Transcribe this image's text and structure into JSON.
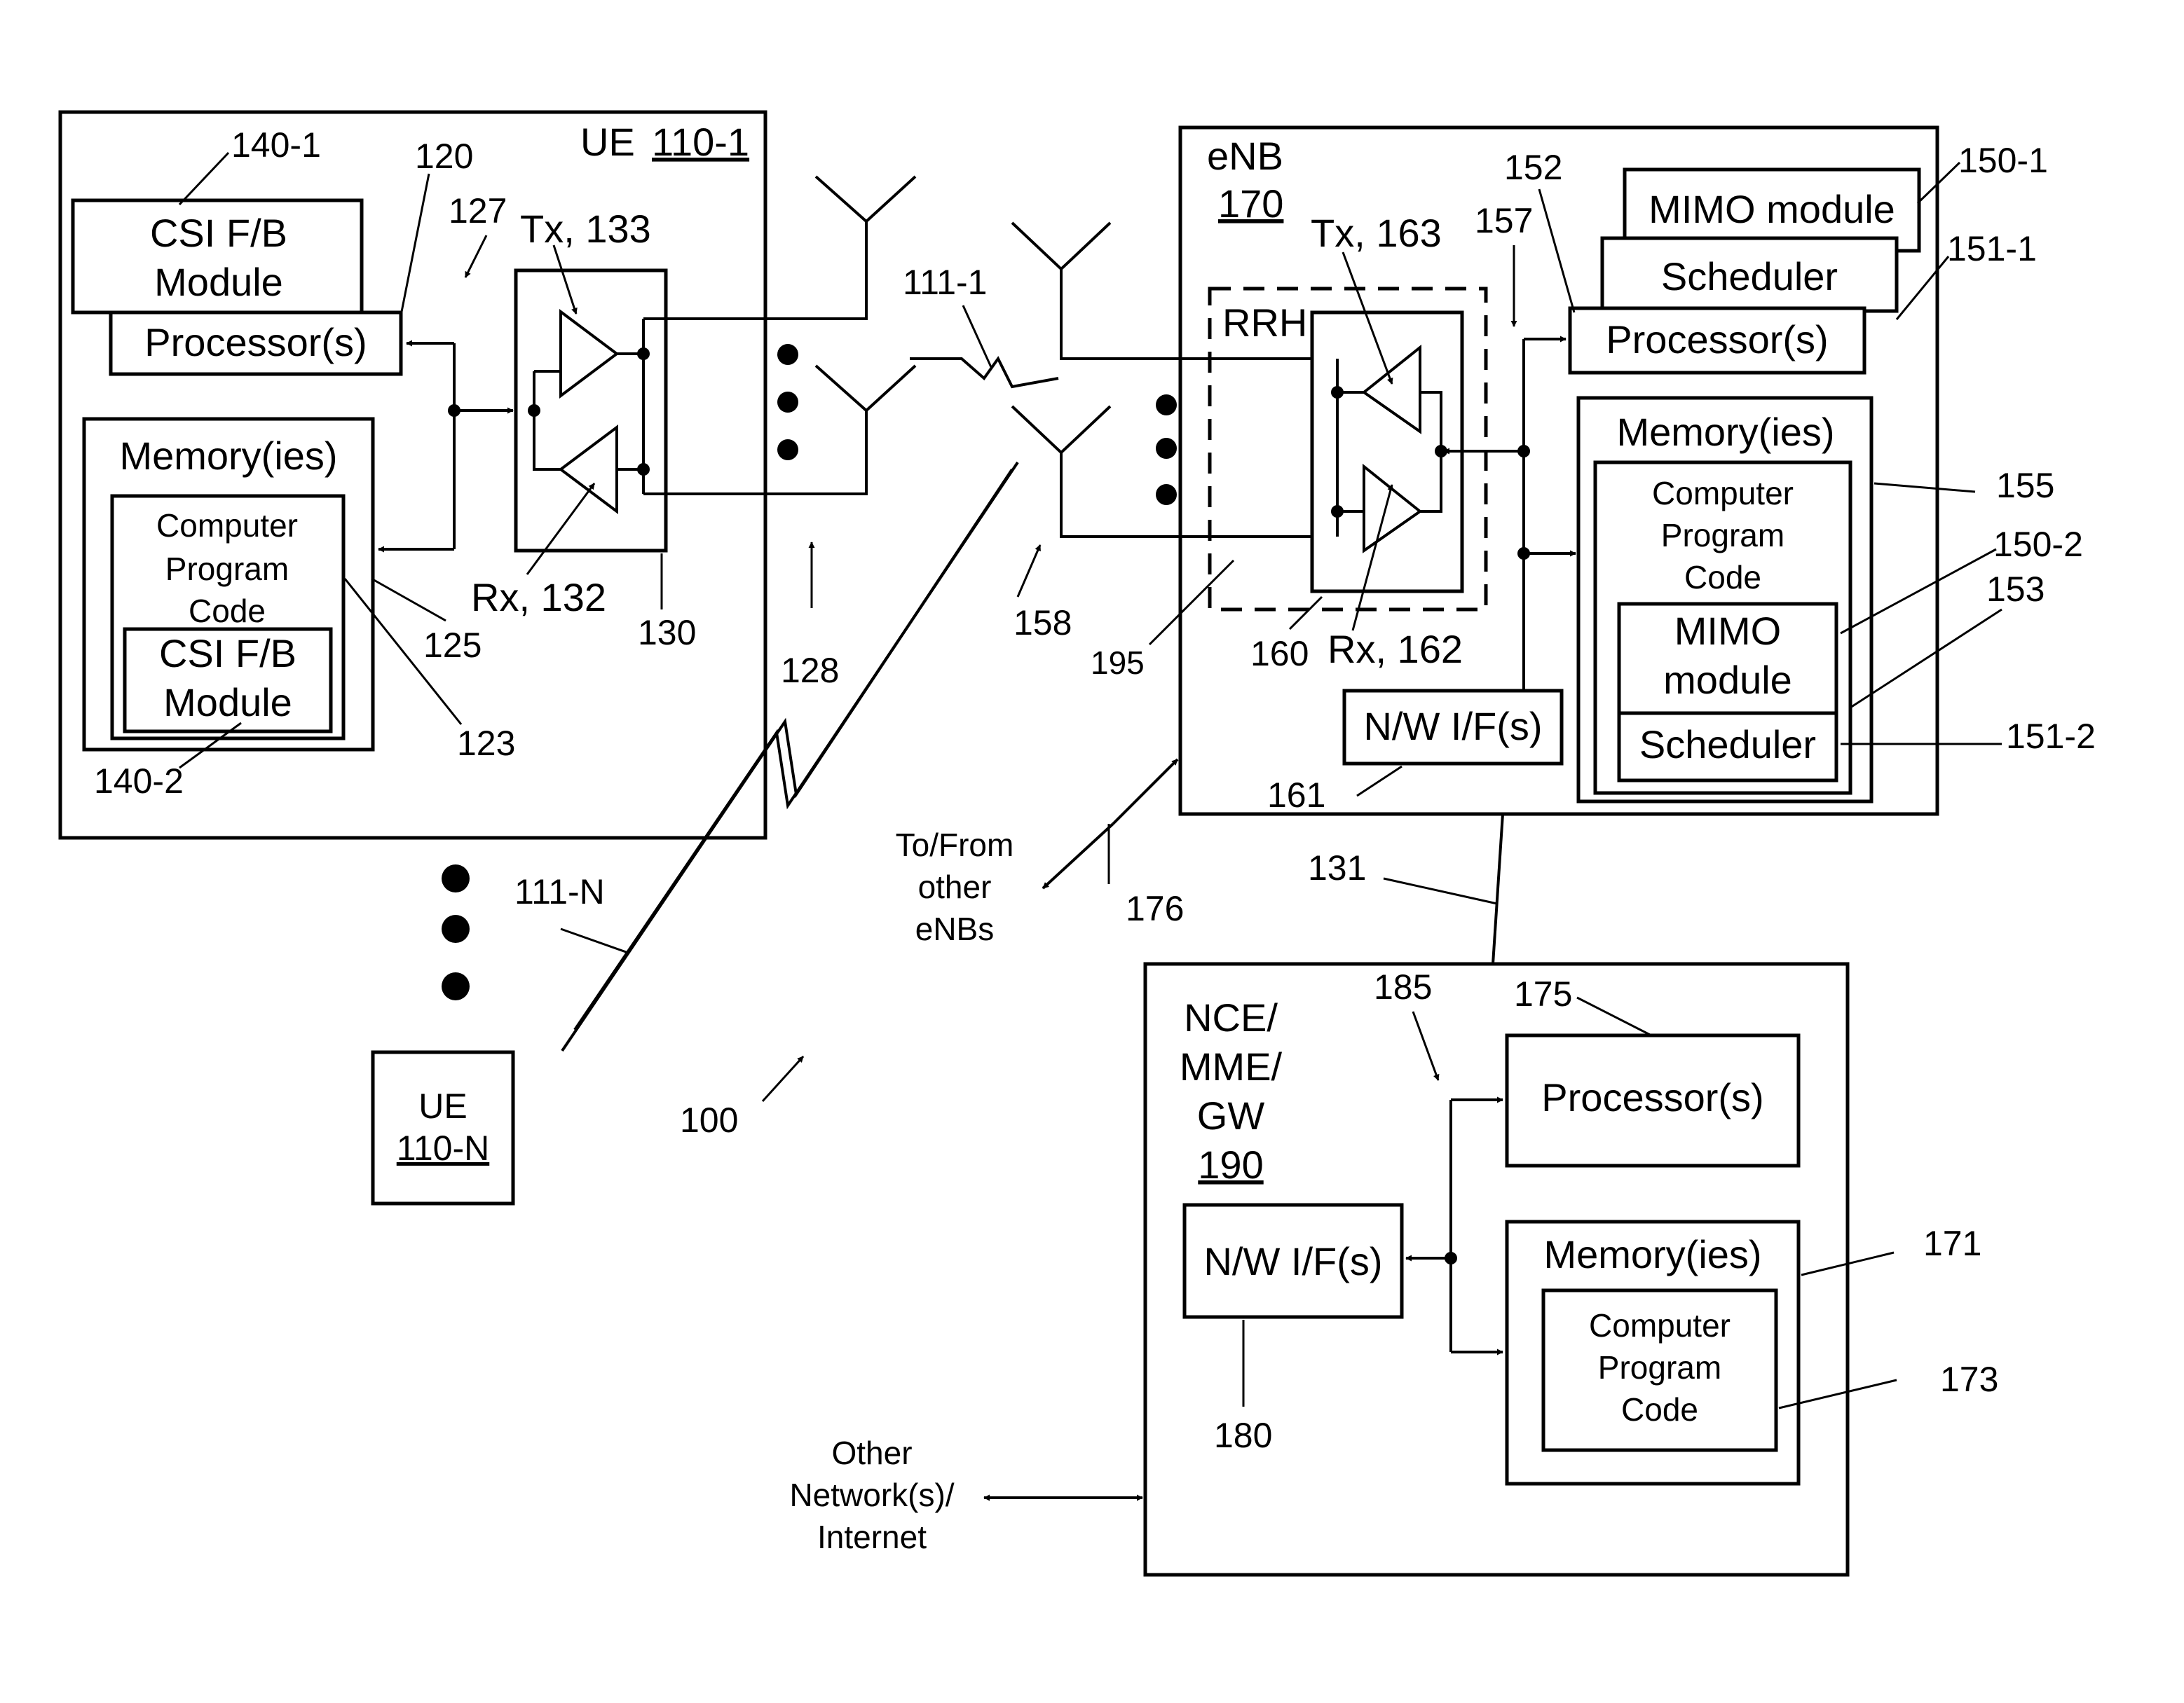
{
  "ue1": {
    "label": "UE",
    "id": "110-1",
    "csi_module": [
      "CSI F/B",
      "Module"
    ],
    "processor": "Processor(s)",
    "memory": "Memory(ies)",
    "code": [
      "Computer",
      "Program",
      "Code"
    ],
    "csi_module2": [
      "CSI F/B",
      "Module"
    ],
    "tx": "Tx, 133",
    "rx": "Rx, 132"
  },
  "ue_n": {
    "label": "UE",
    "id": "110-N"
  },
  "enb": {
    "label": "eNB",
    "id": "170",
    "rrh": "RRH",
    "tx": "Tx, 163",
    "rx": "Rx, 162",
    "mimo": "MIMO module",
    "scheduler": "Scheduler",
    "processor": "Processor(s)",
    "memory": "Memory(ies)",
    "code": [
      "Computer",
      "Program",
      "Code"
    ],
    "mimo2": [
      "MIMO",
      "module"
    ],
    "scheduler2": "Scheduler",
    "nw_if": "N/W I/F(s)"
  },
  "nce": {
    "label": [
      "NCE/",
      "MME/",
      "GW"
    ],
    "id": "190",
    "processor": "Processor(s)",
    "memory": "Memory(ies)",
    "code": [
      "Computer",
      "Program",
      "Code"
    ],
    "nw_if": "N/W I/F(s)"
  },
  "labels": {
    "other_enbs": [
      "To/From",
      "other",
      "eNBs"
    ],
    "other_networks": [
      "Other",
      "Network(s)/",
      "Internet"
    ]
  },
  "refs": {
    "r140_1": "140-1",
    "r120": "120",
    "r127": "127",
    "r140_2": "140-2",
    "r125": "125",
    "r123": "123",
    "r130": "130",
    "r128": "128",
    "r111_1": "111-1",
    "r111_n": "111-N",
    "r100": "100",
    "r158": "158",
    "r195": "195",
    "r160": "160",
    "r152": "152",
    "r157": "157",
    "r150_1": "150-1",
    "r151_1": "151-1",
    "r155": "155",
    "r150_2": "150-2",
    "r153": "153",
    "r151_2": "151-2",
    "r161": "161",
    "r176": "176",
    "r131": "131",
    "r185": "185",
    "r175": "175",
    "r171": "171",
    "r173": "173",
    "r180": "180"
  }
}
